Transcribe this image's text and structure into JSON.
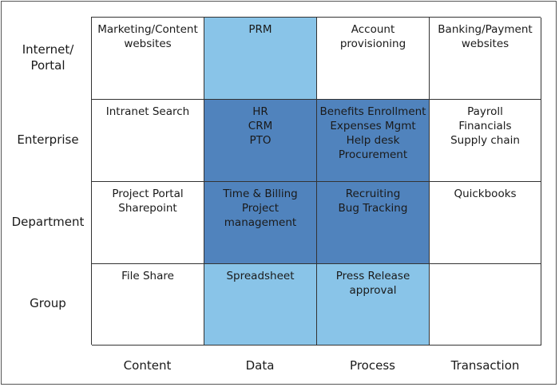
{
  "rows": [
    "Internet/\nPortal",
    "Enterprise",
    "Department",
    "Group"
  ],
  "columns": [
    "Content",
    "Data",
    "Process",
    "Transaction"
  ],
  "cells": [
    [
      "Marketing/Content\nwebsites",
      "PRM",
      "Account\nprovisioning",
      "Banking/Payment\nwebsites"
    ],
    [
      "Intranet Search",
      "HR\nCRM\nPTO",
      "Benefits Enrollment\nExpenses Mgmt\nHelp desk\nProcurement",
      "Payroll\nFinancials\nSupply chain"
    ],
    [
      "Project Portal\nSharepoint",
      "Time & Billing\nProject\nmanagement",
      "Recruiting\nBug Tracking",
      "Quickbooks"
    ],
    [
      "File Share",
      "Spreadsheet",
      "Press Release\napproval",
      ""
    ]
  ],
  "colors": {
    "light_blue": "#89c4e8",
    "dark_blue": "#5083bd",
    "border": "#333333"
  }
}
